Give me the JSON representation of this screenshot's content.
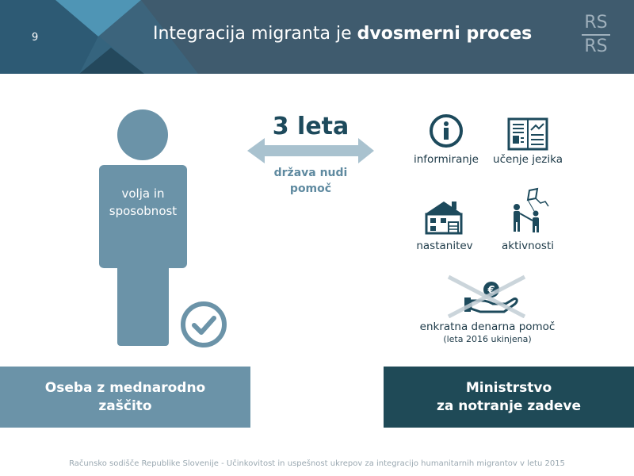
{
  "header": {
    "page_number": "9",
    "title_regular": "Integracija migranta je ",
    "title_bold": "dvosmerni proces",
    "logo_top": "RS",
    "logo_bottom": "RS"
  },
  "person": {
    "label_line1": "volja in",
    "label_line2": "sposobnost"
  },
  "middle": {
    "years": "3 leta",
    "state_help_line1": "država nudi",
    "state_help_line2": "pomoč"
  },
  "services": [
    {
      "label": "informiranje",
      "icon": "info-icon"
    },
    {
      "label": "učenje jezika",
      "icon": "newspaper-icon"
    },
    {
      "label": "nastanitev",
      "icon": "house-icon"
    },
    {
      "label": "aktivnosti",
      "icon": "family-kite-icon"
    }
  ],
  "aid": {
    "label": "enkratna denarna pomoč",
    "note": "(leta 2016 ukinjena)",
    "icon": "hand-euro-crossed-icon"
  },
  "boxes": {
    "left_line1": "Oseba z mednarodno",
    "left_line2": "zaščito",
    "right_line1": "Ministrstvo",
    "right_line2": "za notranje zadeve"
  },
  "footer": "Računsko sodišče Republike Slovenije - Učinkovitost in uspešnost ukrepov za integracijo humanitarnih migrantov v letu 2015",
  "colors": {
    "header": "#3f5b6e",
    "person": "#6b93a8",
    "dark": "#1f4a57",
    "arrow": "#a9c2cf"
  }
}
